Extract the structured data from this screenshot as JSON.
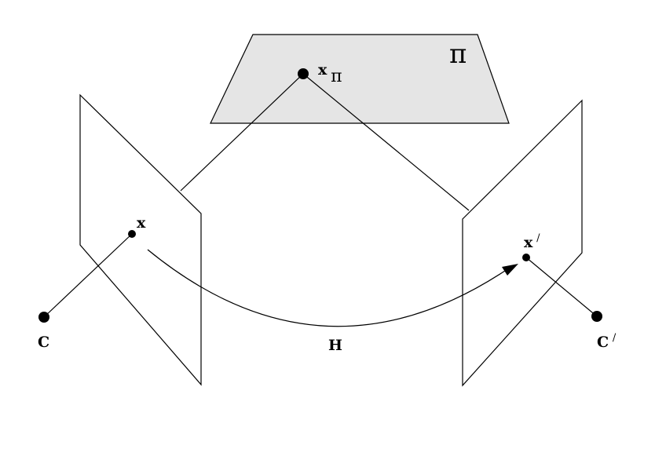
{
  "diagram": {
    "plane": {
      "label": "π",
      "fill": "#e5e5e5"
    },
    "world_point": {
      "label": "x",
      "subscript": "π"
    },
    "left_image_point": {
      "label": "x"
    },
    "right_image_point": {
      "label": "x",
      "prime": "/"
    },
    "left_camera": {
      "label": "C"
    },
    "right_camera": {
      "label": "C",
      "prime": "/"
    },
    "homography": {
      "label": "H"
    },
    "line_color": "#000000"
  }
}
